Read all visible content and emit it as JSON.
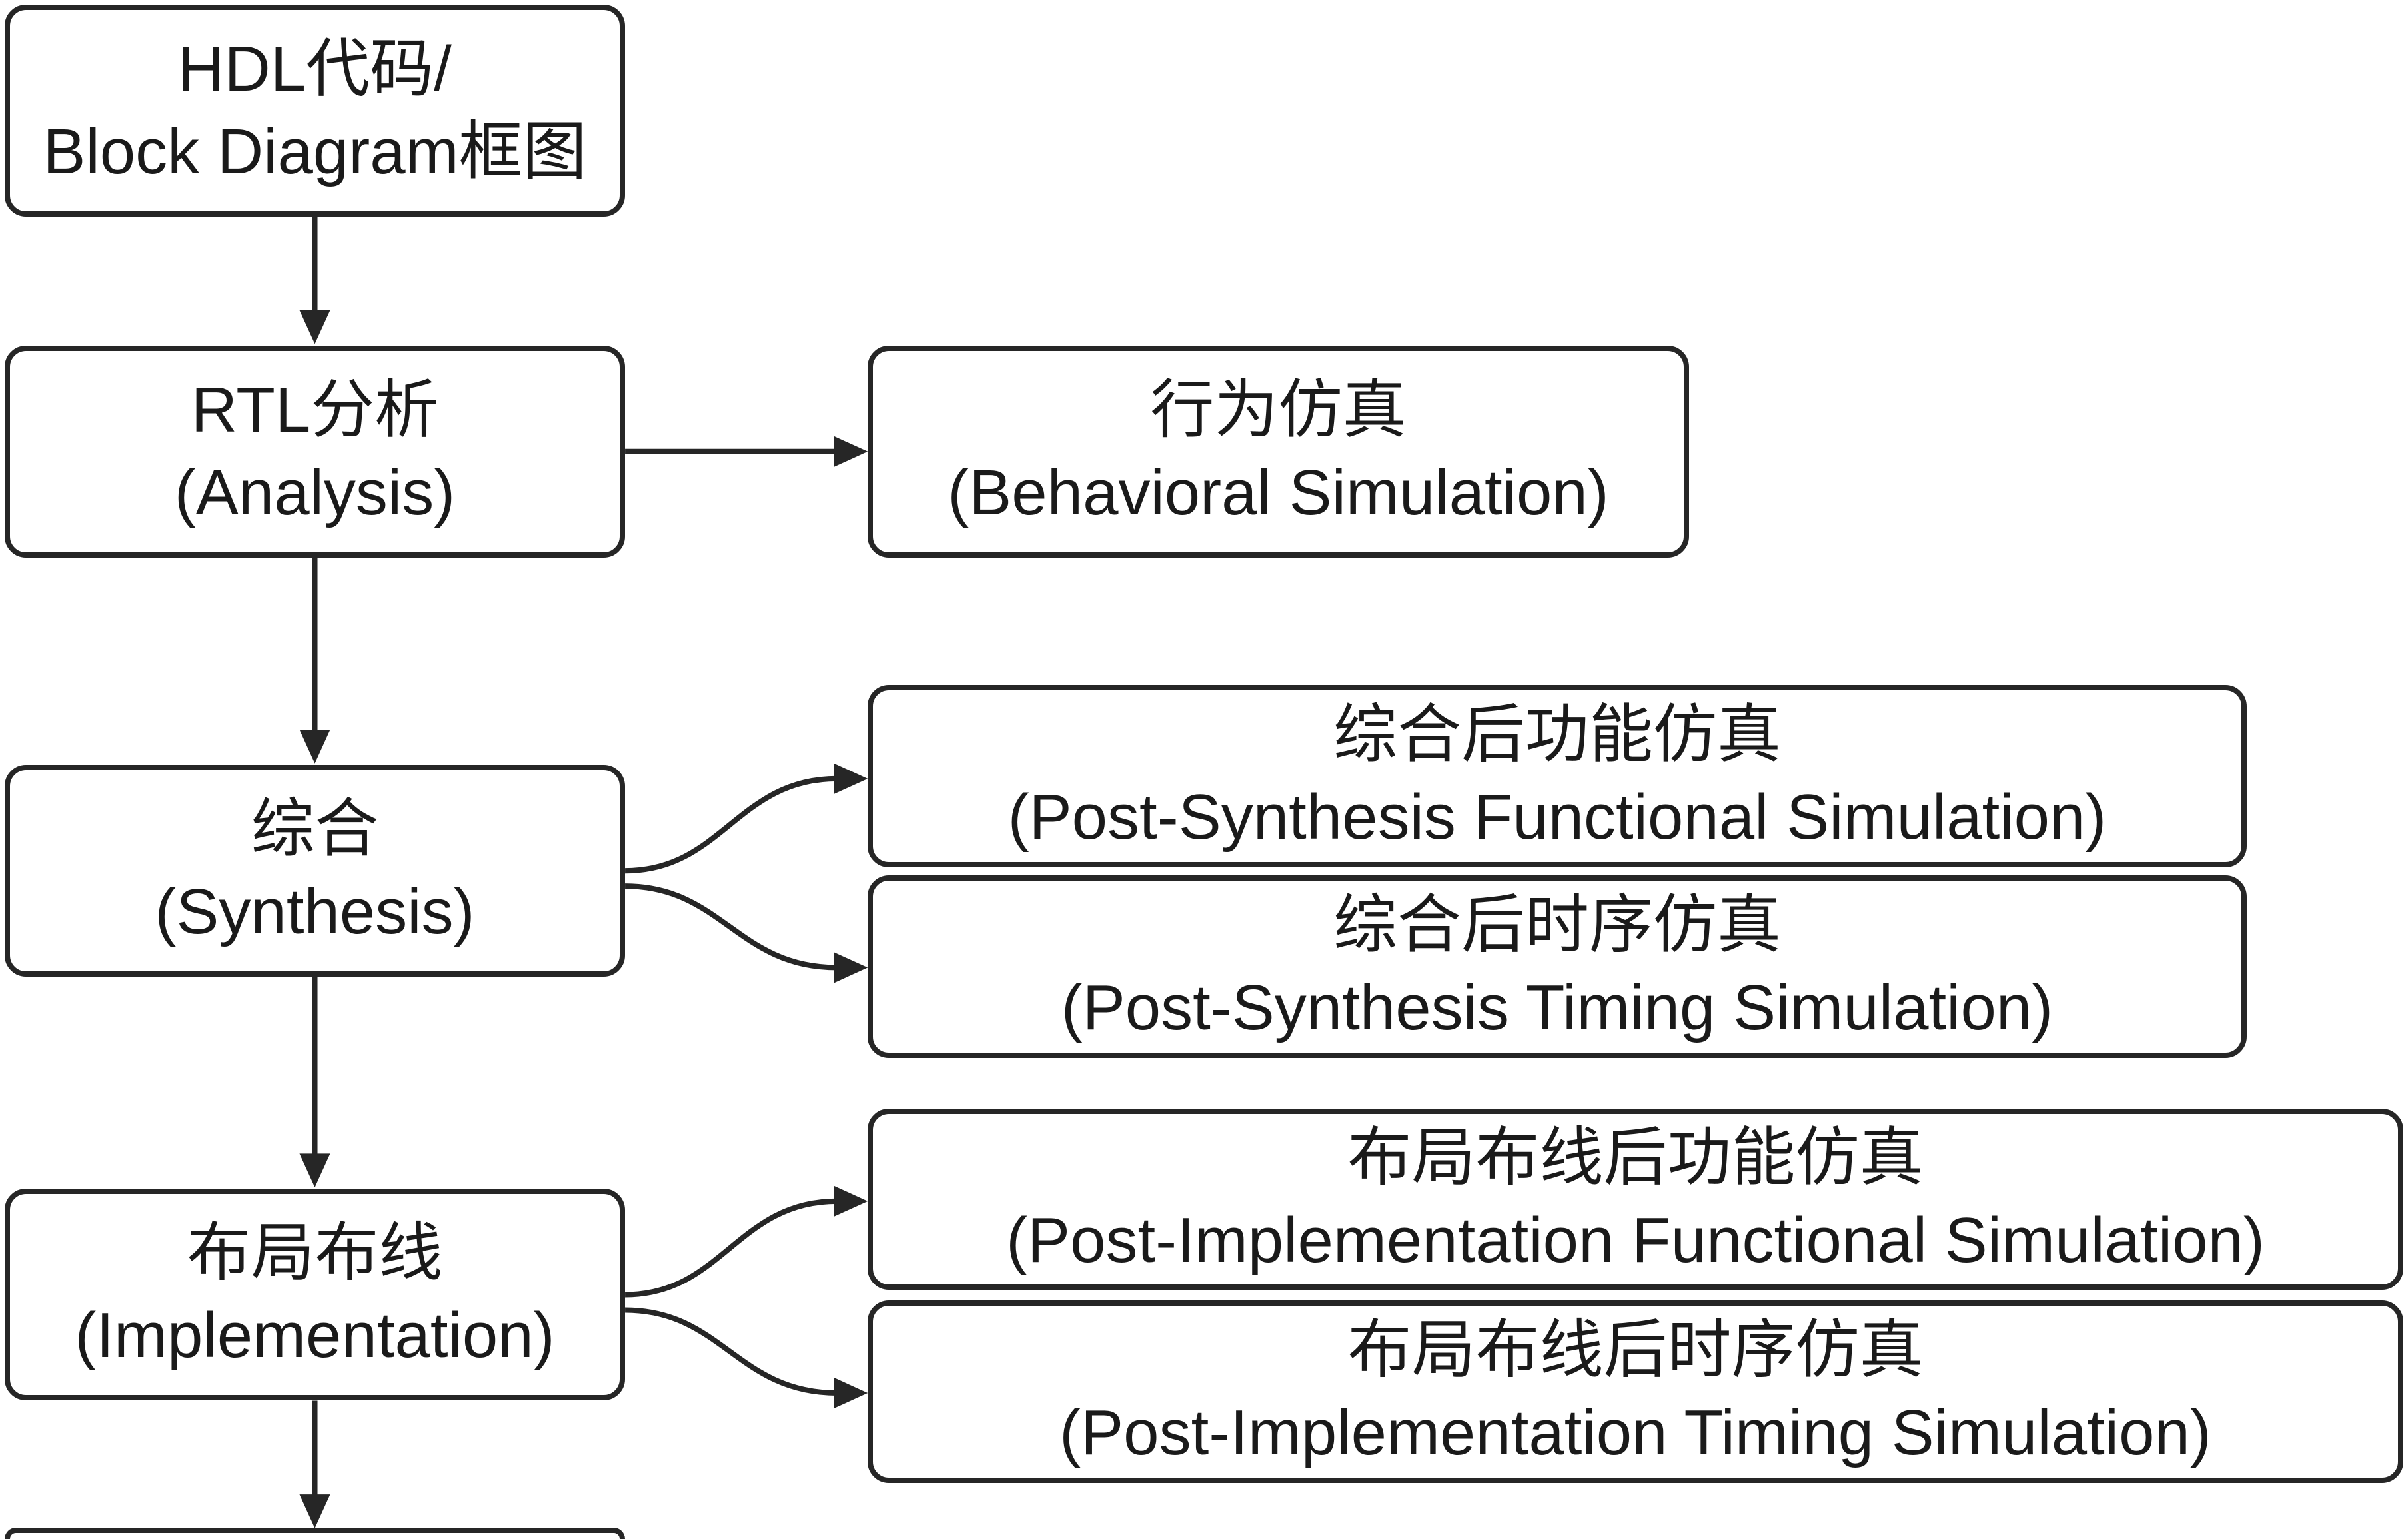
{
  "nodes": {
    "hdl": {
      "line1": "HDL代码/",
      "line2": "Block Diagram框图"
    },
    "rtl": {
      "line1": "RTL分析",
      "line2": "(Analysis)"
    },
    "behavioral_sim": {
      "line1": "行为仿真",
      "line2": "(Behavioral Simulation)"
    },
    "synthesis": {
      "line1": "综合",
      "line2": "(Synthesis)"
    },
    "post_synth_func_sim": {
      "line1": "综合后功能仿真",
      "line2": "(Post-Synthesis Functional Simulation)"
    },
    "post_synth_timing_sim": {
      "line1": "综合后时序仿真",
      "line2": "(Post-Synthesis Timing Simulation)"
    },
    "implementation": {
      "line1": "布局布线",
      "line2": "(Implementation)"
    },
    "post_impl_func_sim": {
      "line1": "布局布线后功能仿真",
      "line2": "(Post-Implementation Functional Simulation)"
    },
    "post_impl_timing_sim": {
      "line1": "布局布线后时序仿真",
      "line2": "(Post-Implementation Timing Simulation)"
    }
  },
  "colors": {
    "stroke": "#262626",
    "text": "#1a1a1a",
    "background": "#ffffff"
  }
}
